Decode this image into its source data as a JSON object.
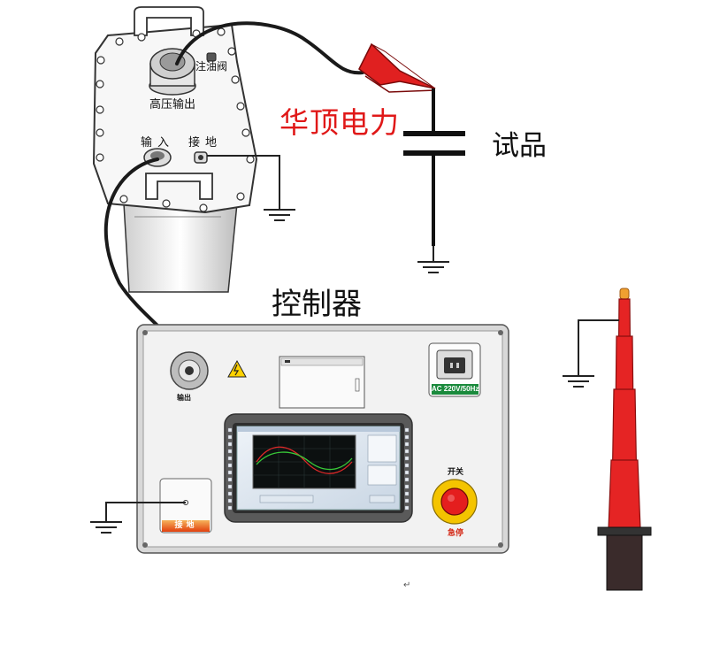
{
  "labels": {
    "brand": "华顶电力",
    "specimen": "试品",
    "controller": "控制器",
    "transformer_hv_output": "高压输出",
    "transformer_oil_valve": "注油阀",
    "transformer_input": "输入",
    "transformer_ground": "接地",
    "controller_output": "输出",
    "power_socket": "AC 220V/50Hz",
    "switch": "开关",
    "emergency_stop": "急停",
    "ground_panel": "接地",
    "stray_mark": "↵"
  },
  "colors": {
    "cable": "#1a1a1a",
    "brand": "#e01818",
    "clamp": "#e02020",
    "rod": "#e52424",
    "power_label": "#1a8a3c",
    "estop_ring": "#f4c400",
    "estop_button": "#e41e1e"
  }
}
